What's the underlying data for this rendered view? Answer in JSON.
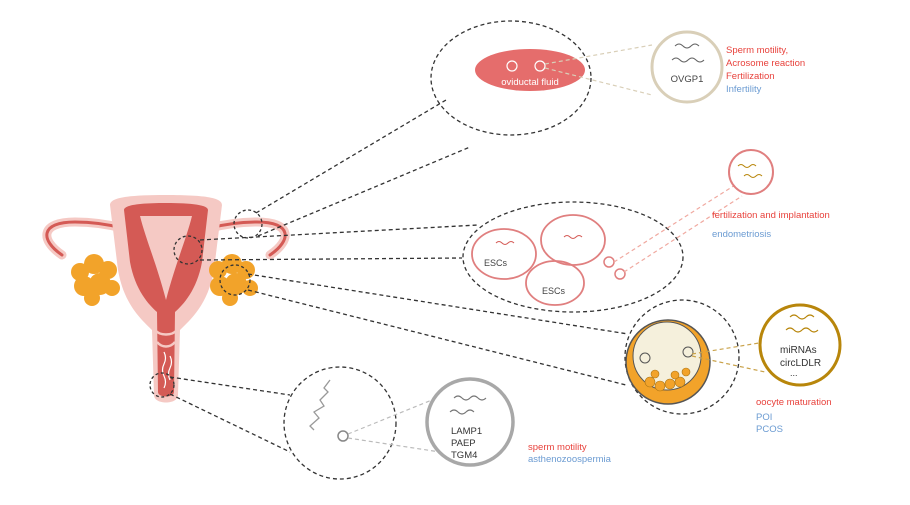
{
  "colors": {
    "red_text": "#e8423c",
    "blue_text": "#6b9bd2",
    "dark_text": "#444444",
    "uterus_outer": "#f5c9c4",
    "uterus_inner": "#d45a55",
    "ovary": "#f2a32a",
    "pink_circle": "#e07f7f",
    "gold_ring": "#b8860b",
    "beige_ring": "#d9cfb8",
    "gray_ring": "#a8a8a8"
  },
  "oviduct": {
    "fluid_label": "oviductal fluid",
    "protein": "OVGP1",
    "functions": [
      "Sperm motility,",
      "Acrosome reaction",
      "Fertilization"
    ],
    "disease": "Infertility"
  },
  "endometrium": {
    "cell_label_1": "ESCs",
    "cell_label_2": "ESCs",
    "function": "fertilization and implantation",
    "disease": "endometriosis"
  },
  "ovary": {
    "molecules": [
      "miRNAs",
      "circLDLR"
    ],
    "ellipsis": "...",
    "function": "oocyte maturation",
    "diseases": [
      "POI",
      "PCOS"
    ]
  },
  "seminal": {
    "proteins": [
      "LAMP1",
      "PAEP",
      "TGM4"
    ],
    "function": "sperm motility",
    "disease": "asthenozoospermia"
  }
}
